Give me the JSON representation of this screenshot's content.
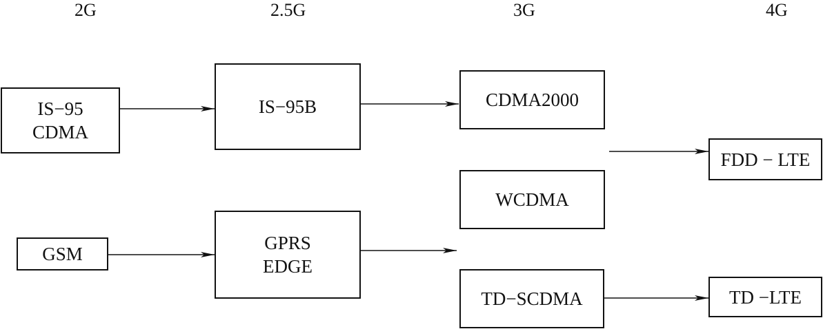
{
  "generations": {
    "g2": "2G",
    "g25": "2.5G",
    "g3": "3G",
    "g4": "4G"
  },
  "nodes": {
    "is95": "IS−95\nCDMA",
    "is95b": "IS−95B",
    "cdma2000": "CDMA2000",
    "gsm": "GSM",
    "gprs_edge": "GPRS\nEDGE",
    "wcdma": "WCDMA",
    "td_scdma": "TD−SCDMA",
    "fdd_lte": "FDD − LTE",
    "td_lte": "TD −LTE"
  },
  "colors": {
    "stroke": "#111111",
    "background": "#ffffff"
  }
}
